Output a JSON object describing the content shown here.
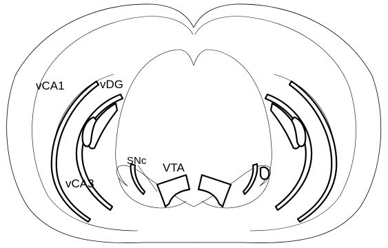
{
  "labels": {
    "vca1": "vCA1",
    "vdg": "vDG",
    "vca3": "vCA3",
    "snc": "SNc",
    "vta": "VTA"
  },
  "colors": {
    "stroke": "#000000",
    "background": "#ffffff"
  }
}
